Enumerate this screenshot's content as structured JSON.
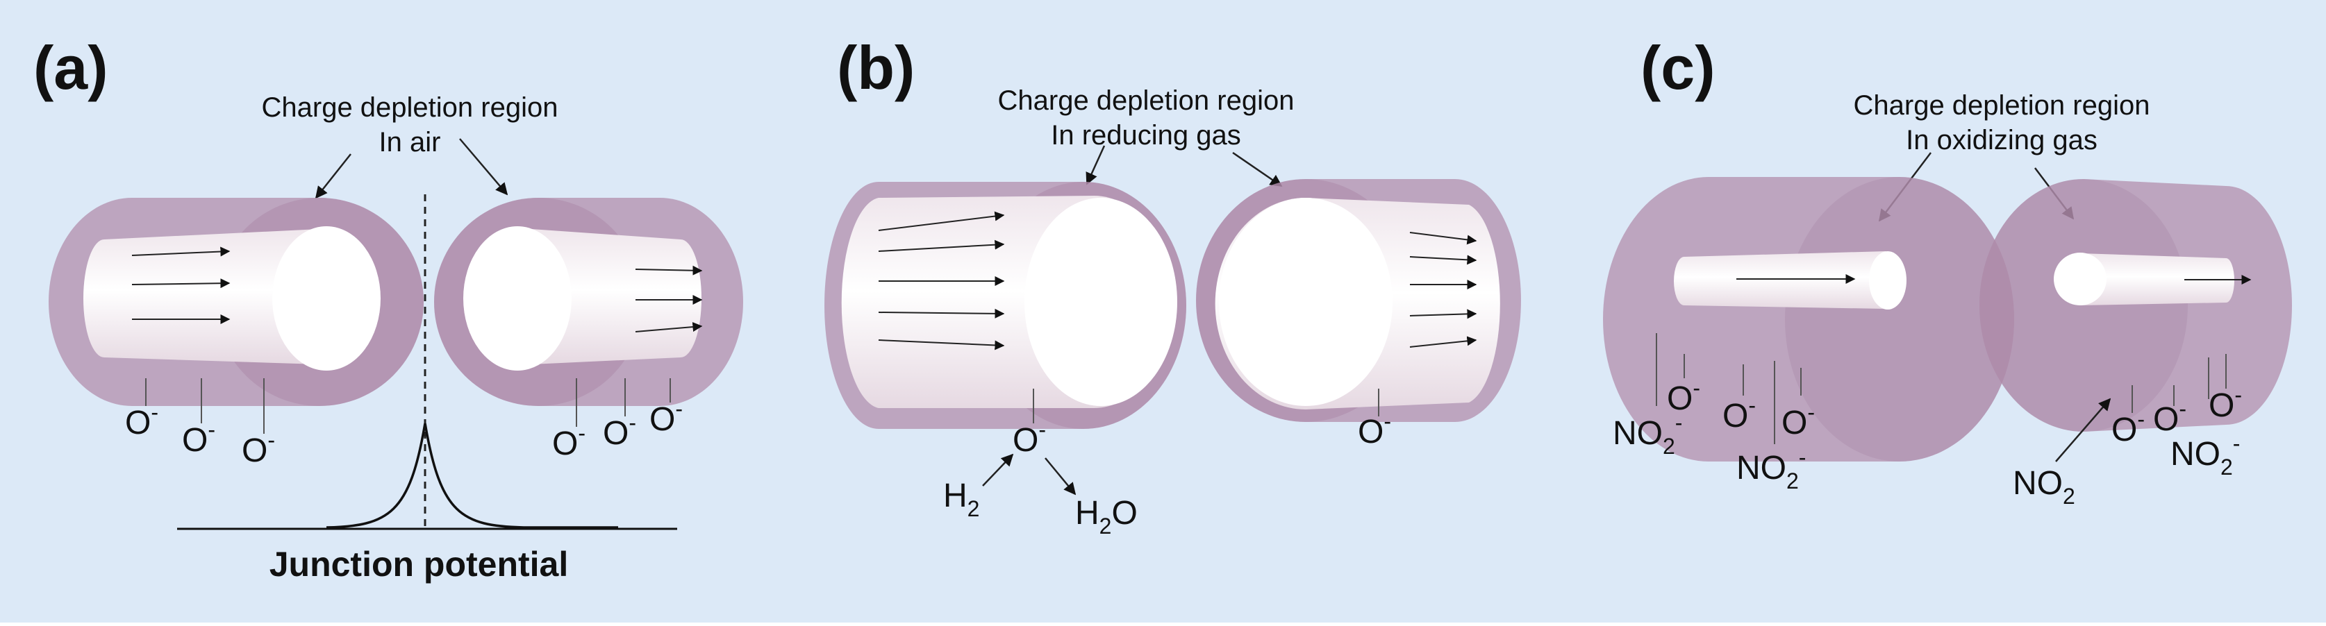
{
  "colors": {
    "background": "#dce9f7",
    "shell": "#b592b0",
    "shell_dark": "#a27c9d",
    "core": "#f6f1f4",
    "core_face": "#ffffff"
  },
  "panel_a": {
    "label": "(a)",
    "caption_line1": "Charge depletion region",
    "caption_line2": "In air",
    "ions": [
      "O",
      "O",
      "O",
      "O",
      "O",
      "O"
    ],
    "ion_charge": "-",
    "junction_label": "Junction potential"
  },
  "panel_b": {
    "label": "(b)",
    "caption_line1": "Charge depletion region",
    "caption_line2": "In reducing gas",
    "ion_main": "O",
    "ion_right": "O",
    "ion_charge": "-",
    "h2_main": "H",
    "h2_sub": "2",
    "h2o_main": "H",
    "h2o_sub": "2",
    "h2o_tail": "O"
  },
  "panel_c": {
    "label": "(c)",
    "caption_line1": "Charge depletion region",
    "caption_line2": "In oxidizing gas",
    "ion_o": "O",
    "ion_charge": "-",
    "no2_main": "NO",
    "no2_sub": "2",
    "no2_charge": "-"
  }
}
